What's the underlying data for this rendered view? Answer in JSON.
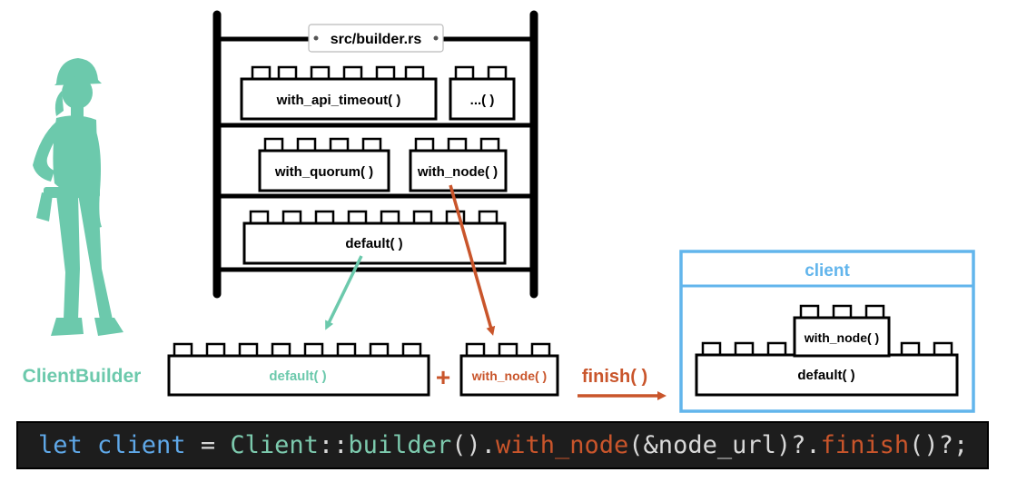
{
  "colors": {
    "teal": "#6cc9ac",
    "orange": "#c9552b",
    "blue": "#62b5ec",
    "black": "#000000",
    "code_bg": "#1d1d1d",
    "code_keyword": "#5fa8e8",
    "code_type": "#7cc9ad",
    "code_default": "#d8d8d8"
  },
  "shelf": {
    "file_label": "src/builder.rs",
    "row1": [
      "with_api_timeout( )",
      "...( )"
    ],
    "row2": [
      "with_quorum( )",
      "with_node( )"
    ],
    "row3": [
      "default( )"
    ]
  },
  "builder": {
    "name": "ClientBuilder",
    "default_block": "default( )",
    "plus": "+",
    "with_node_block": "with_node( )"
  },
  "finish_label": "finish( )",
  "client_box": {
    "title": "client",
    "top_block": "with_node( )",
    "bottom_block": "default( )"
  },
  "code": {
    "kw_let": "let ",
    "var_client": "client ",
    "equals": "= ",
    "type_client": "Client",
    "path_sep": "::",
    "fn_builder": "builder",
    "paren1": "().",
    "fn_with_node": "with_node",
    "args": "(&node_url)?.",
    "fn_finish": "finish",
    "tail": "()?;"
  }
}
